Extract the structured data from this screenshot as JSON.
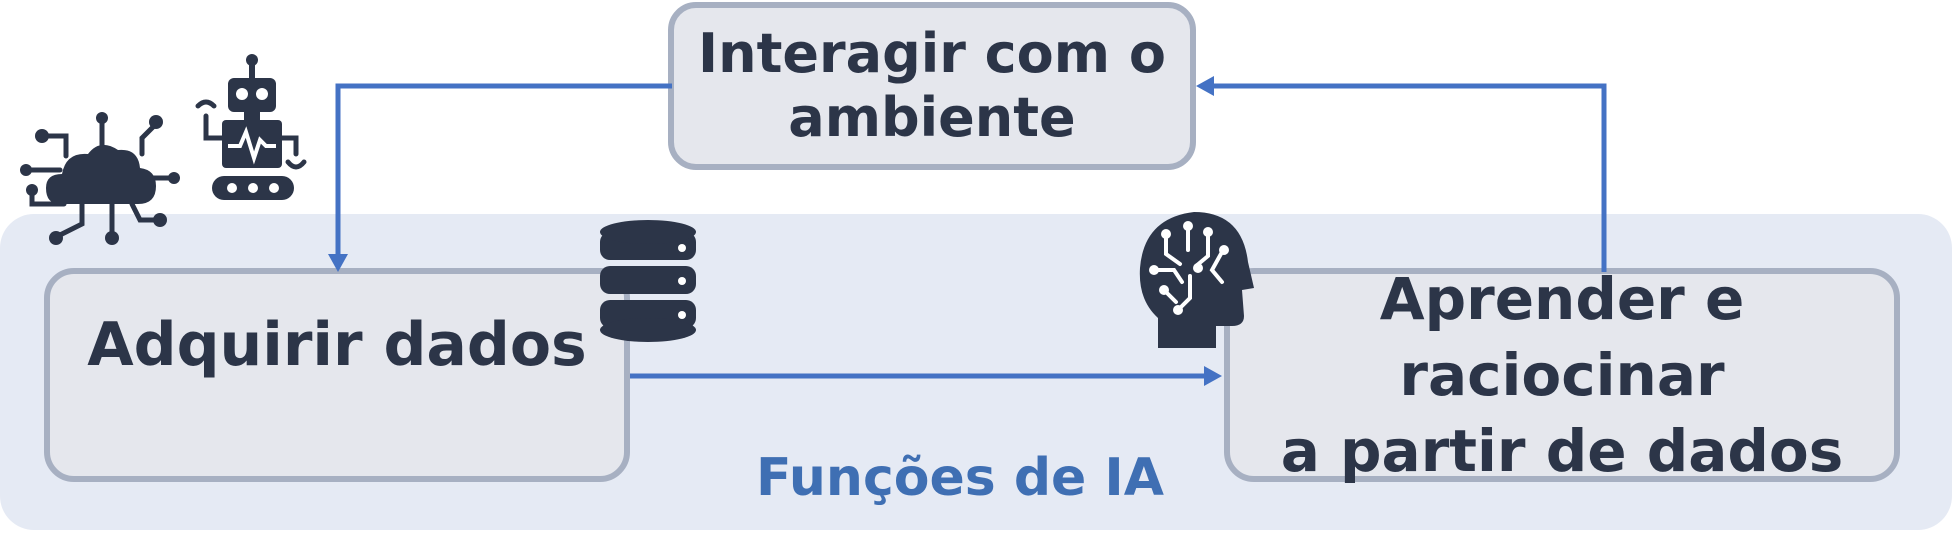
{
  "region": {
    "label": "Funções de IA"
  },
  "nodes": {
    "interact": {
      "lines": [
        "Interagir com o",
        "ambiente"
      ]
    },
    "acquire": {
      "lines": [
        "Adquirir dados"
      ]
    },
    "learn": {
      "lines": [
        "Aprender e raciocinar",
        "a partir de dados"
      ]
    }
  },
  "icons": [
    "cloud-network-icon",
    "robot-icon",
    "database-icon",
    "ai-head-icon"
  ],
  "colors": {
    "arrow": "#4472c4",
    "text": "#2c3548",
    "label": "#3f6fb3",
    "region": "#e5eaf4",
    "box_border": "#a7b0c2"
  }
}
